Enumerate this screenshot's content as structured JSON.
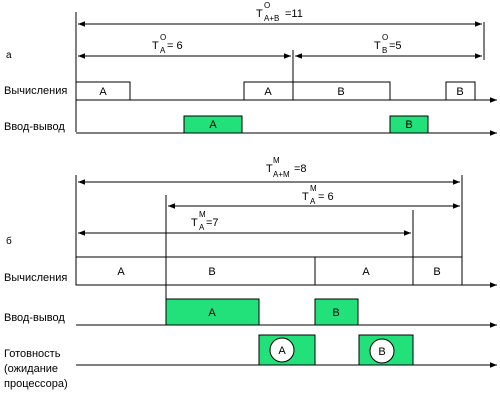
{
  "panels": {
    "a": "а",
    "b": "б"
  },
  "rows": {
    "compute": "Вычисления",
    "io": "Ввод-вывод",
    "ready_line1": "Готовность",
    "ready_line2": "(ожидание",
    "ready_line3": "процессора)"
  },
  "colors": {
    "io_fill": "#22e07a",
    "line": "#000000"
  },
  "time": {
    "a": {
      "total": {
        "sym": "T",
        "sup": "O",
        "sub": "A+B",
        "value": "=11"
      },
      "ta": {
        "sym": "T",
        "sup": "O",
        "sub": "A",
        "value": "= 6"
      },
      "tb": {
        "sym": "T",
        "sup": "O",
        "sub": "B",
        "value": "=5"
      }
    },
    "b": {
      "total": {
        "sym": "T",
        "sup": "M",
        "sub": "A+M",
        "value": "=8"
      },
      "ta6": {
        "sym": "T",
        "sup": "M",
        "sub": "A",
        "value": "= 6"
      },
      "ta7": {
        "sym": "T",
        "sup": "M",
        "sub": "A",
        "value": "=7"
      }
    }
  },
  "segments": {
    "a_compute": [
      "A",
      "A",
      "B",
      "B"
    ],
    "a_io": [
      "A",
      "B"
    ],
    "b_compute": [
      "A",
      "B",
      "A",
      "B"
    ],
    "b_io": [
      "A",
      "B"
    ],
    "b_ready": [
      "A",
      "B"
    ]
  }
}
